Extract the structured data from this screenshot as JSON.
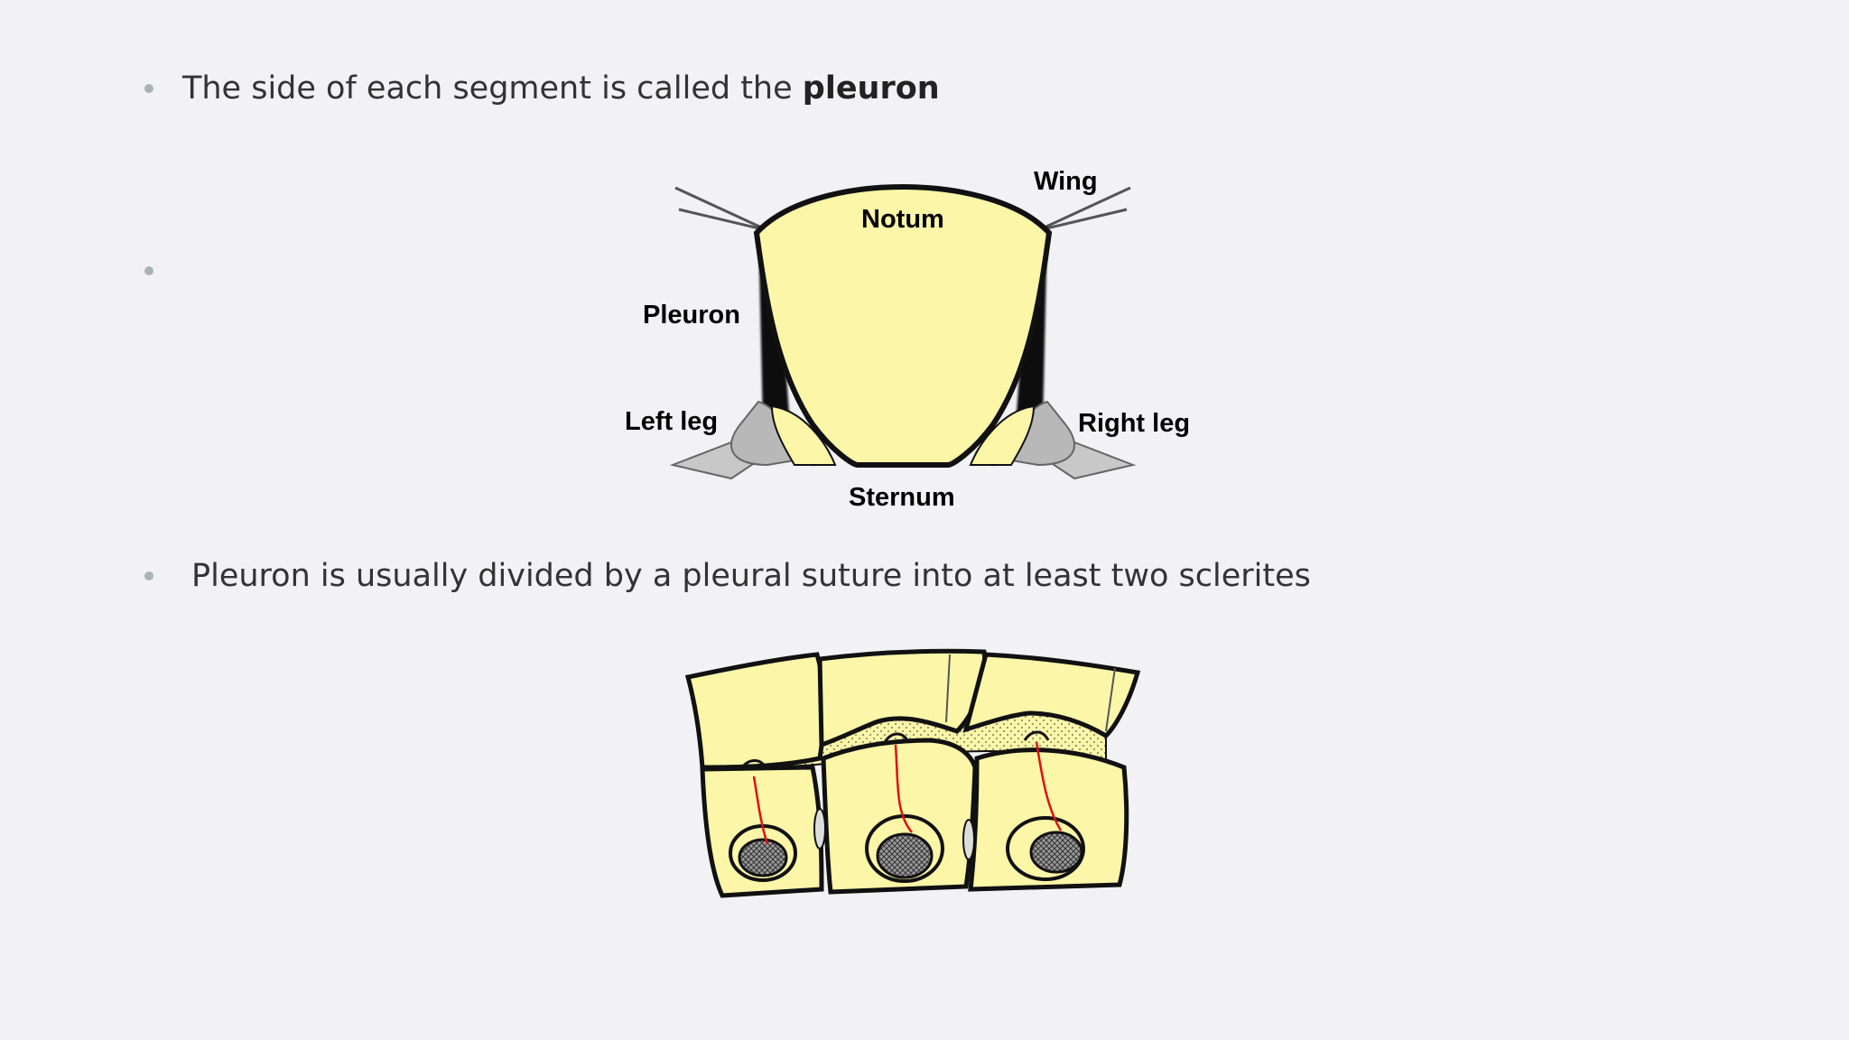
{
  "bullets": [
    {
      "text": "The side of each segment is called the ",
      "bold": "pleuron"
    },
    {
      "text": ""
    },
    {
      "text": "Pleuron is usually divided by a pleural suture into at least two sclerites"
    }
  ],
  "figure1": {
    "labels": {
      "wing": "Wing",
      "notum": "Notum",
      "pleuron": "Pleuron",
      "left_leg": "Left leg",
      "right_leg": "Right leg",
      "sternum": "Sternum"
    }
  },
  "colors": {
    "segment_fill": "#fbf6a8",
    "outline": "#111111",
    "leg_gray": "#b8b8b8",
    "suture_red": "#e01010"
  }
}
